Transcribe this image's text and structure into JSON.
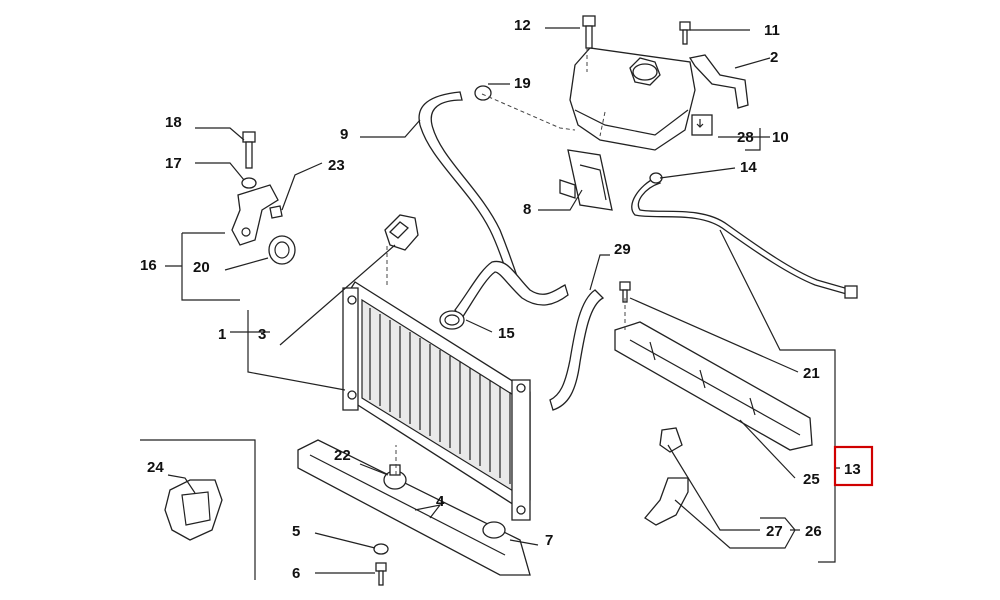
{
  "callouts": {
    "c1": "1",
    "c2": "2",
    "c3": "3",
    "c4": "4",
    "c5": "5",
    "c6": "6",
    "c7": "7",
    "c8": "8",
    "c9": "9",
    "c10": "10",
    "c11": "11",
    "c12": "12",
    "c13": "13",
    "c14": "14",
    "c15": "15",
    "c16": "16",
    "c17": "17",
    "c18": "18",
    "c19": "19",
    "c20": "20",
    "c21": "21",
    "c22": "22",
    "c23": "23",
    "c24": "24",
    "c25": "25",
    "c26": "26",
    "c27": "27",
    "c28": "28",
    "c29": "29"
  },
  "highlight": {
    "part": "13",
    "color": "#d00000"
  }
}
